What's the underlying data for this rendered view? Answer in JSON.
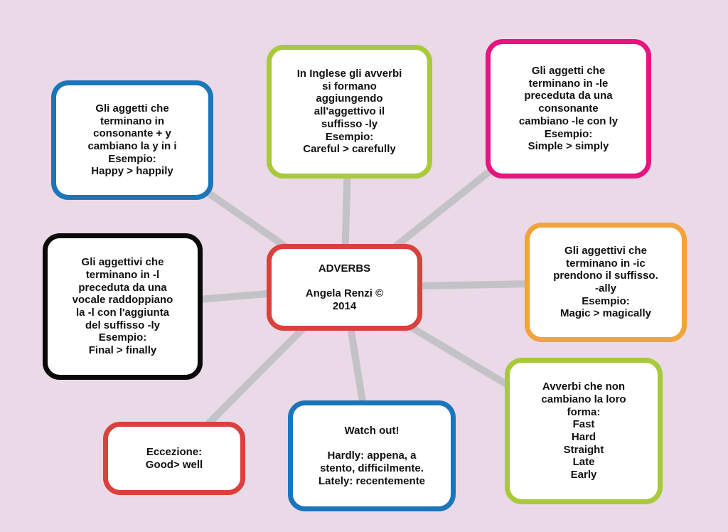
{
  "background_color": "#ead9e6",
  "connector_color": "#c3c2c6",
  "nodes": {
    "center": {
      "text": "ADVERBS\n\nAngela Renzi ©\n2014",
      "border_color": "#d8413c"
    },
    "top_left": {
      "text": "Gli aggetti che\nterminano in\nconsonante + y\ncambiano la y in i\nEsempio:\nHappy > happily",
      "border_color": "#1b75bb"
    },
    "top_center": {
      "text": "In Inglese gli avverbi\nsi formano\naggiungendo\nall'aggettivo il\nsuffisso -ly\nEsempio:\nCareful > carefully",
      "border_color": "#a8c93a"
    },
    "top_right": {
      "text": "Gli aggetti che\nterminano in -le\npreceduta da una\nconsonante\ncambiano -le con ly\nEsempio:\nSimple > simply",
      "border_color": "#e5147f"
    },
    "right": {
      "text": "Gli aggettivi che\nterminano in -ic\nprendono il suffisso.\n-ally\nEsempio:\nMagic > magically",
      "border_color": "#f2a33c"
    },
    "bottom_right": {
      "text": "Avverbi che non\ncambiano la loro\nforma:\nFast\nHard\nStraight\nLate\nEarly",
      "border_color": "#a8c93a"
    },
    "bottom_center": {
      "text": "Watch out!\n\nHardly: appena, a\nstento, difficilmente.\nLately: recentemente",
      "border_color": "#1b75bb"
    },
    "bottom_left": {
      "text": "Eccezione:\nGood> well",
      "border_color": "#d8413c"
    },
    "left": {
      "text": "Gli aggettivi che\nterminano in -l\npreceduta da una\nvocale raddoppiano\nla -l con l'aggiunta\ndel suffisso -ly\nEsempio:\nFinal > finally",
      "border_color": "#0a0a0a"
    }
  }
}
